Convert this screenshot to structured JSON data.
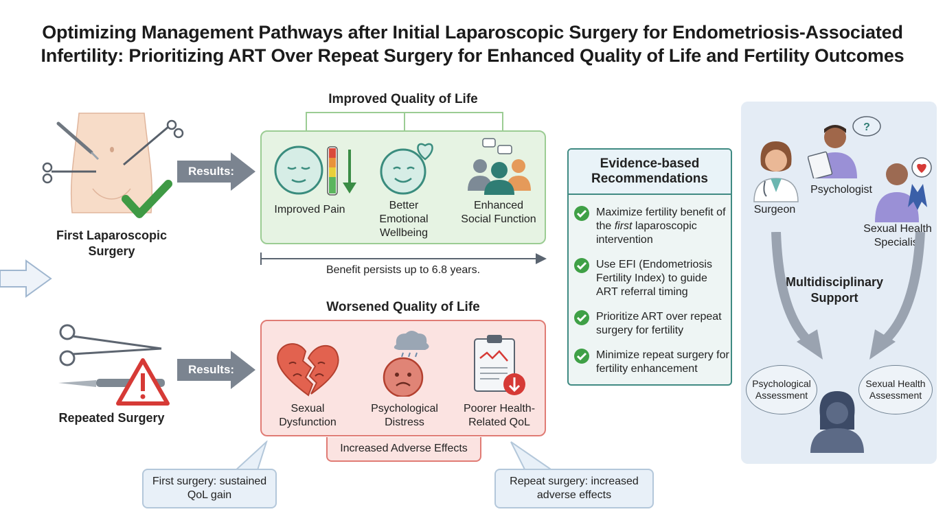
{
  "title": {
    "line1": "Optimizing Management Pathways after Initial Laparoscopic Surgery for Endometriosis-Associated",
    "line2": "Infertility: Prioritizing ART Over Repeat Surgery for Enhanced Quality of Life and Fertility Outcomes"
  },
  "left": {
    "first_surgery_label": "First Laparoscopic Surgery",
    "repeated_surgery_label": "Repeated Surgery",
    "results_label": "Results:"
  },
  "improved": {
    "title": "Improved Quality of Life",
    "items": [
      {
        "label": "Improved Pain"
      },
      {
        "label": "Better Emotional Wellbeing"
      },
      {
        "label": "Enhanced Social Function"
      }
    ],
    "timeline": "Benefit persists up to 6.8 years."
  },
  "worsened": {
    "title": "Worsened Quality of Life",
    "items": [
      {
        "label": "Sexual Dysfunction"
      },
      {
        "label": "Psychological Distress"
      },
      {
        "label": "Poorer Health-Related QoL"
      }
    ],
    "adverse_label": "Increased Adverse Effects"
  },
  "callouts": {
    "first": "First surgery: sustained QoL gain",
    "repeat": "Repeat surgery: increased adverse effects"
  },
  "recommendations": {
    "header": "Evidence-based Recommendations",
    "items": [
      {
        "pre": "Maximize fertility benefit of the ",
        "em": "first",
        "post": " laparoscopic intervention"
      },
      {
        "text": "Use EFI (Endometriosis Fertility Index) to guide ART referral timing"
      },
      {
        "text": "Prioritize ART over repeat surgery for fertility"
      },
      {
        "text": "Minimize repeat surgery for fertility enhancement"
      }
    ]
  },
  "support": {
    "roles": {
      "surgeon": "Surgeon",
      "psychologist": "Psychologist",
      "sexual_health": "Sexual Health Specialist"
    },
    "title": "Multidisciplinary Support",
    "bubbles": {
      "psych": "Psychological Assessment",
      "sexual": "Sexual Health Assessment"
    },
    "question_mark": "?"
  },
  "colors": {
    "green_fill": "#e6f3e3",
    "green_border": "#9bcc93",
    "red_fill": "#fbe3e1",
    "red_border": "#e07b74",
    "teal": "#3f8a82",
    "check_green": "#3fa046",
    "arrow_gray": "#7b8490"
  },
  "icons": [
    "scalpel-icon",
    "forceps-icon",
    "checkmark-icon",
    "warning-icon",
    "face-calm-icon",
    "pain-scale-icon",
    "face-smile-heart-icon",
    "group-people-icon",
    "broken-heart-icon",
    "sad-face-cloud-icon",
    "clipboard-chart-icon",
    "doctor-icon",
    "psychologist-icon",
    "specialist-icon",
    "patient-icon",
    "awareness-ribbon-icon"
  ]
}
